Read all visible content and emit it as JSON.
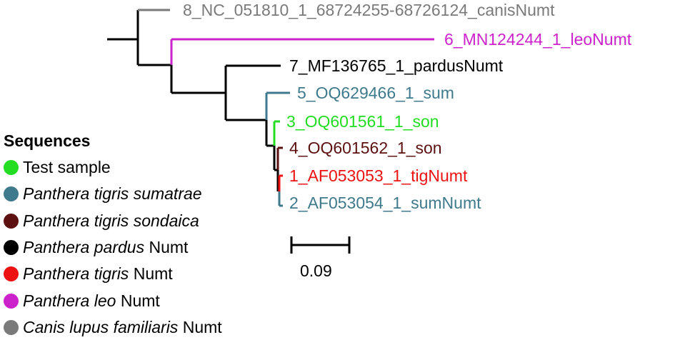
{
  "tree": {
    "tips": [
      {
        "label": "8_NC_051810_1_68724255-68726124_canisNumt",
        "color": "#7a7a7a"
      },
      {
        "label": "6_MN124244_1_leoNumt",
        "color": "#cc22cc"
      },
      {
        "label": "7_MF136765_1_pardusNumt",
        "color": "#000000"
      },
      {
        "label": "5_OQ629466_1_sum",
        "color": "#3f7a8c"
      },
      {
        "label": "3_OQ601561_1_son",
        "color": "#22dd22"
      },
      {
        "label": "4_OQ601562_1_son",
        "color": "#5c1010"
      },
      {
        "label": "1_AF053053_1_tigNumt",
        "color": "#ee1111"
      },
      {
        "label": "2_AF053054_1_sumNumt",
        "color": "#3f7a8c"
      }
    ],
    "scale_bar": "0.09"
  },
  "legend": {
    "title": "Sequences",
    "items": [
      {
        "italic": "",
        "plain": "Test sample",
        "color": "#22dd22"
      },
      {
        "italic": "Panthera tigris sumatrae",
        "plain": "",
        "color": "#3f7a8c"
      },
      {
        "italic": "Panthera tigris sondaica",
        "plain": "",
        "color": "#5c1010"
      },
      {
        "italic": "Panthera pardus",
        "plain": " Numt",
        "color": "#000000"
      },
      {
        "italic": "Panthera tigris",
        "plain": " Numt",
        "color": "#ee1111"
      },
      {
        "italic": "Panthera leo",
        "plain": " Numt",
        "color": "#cc22cc"
      },
      {
        "italic": "Canis lupus familiaris",
        "plain": " Numt",
        "color": "#7a7a7a"
      }
    ]
  }
}
